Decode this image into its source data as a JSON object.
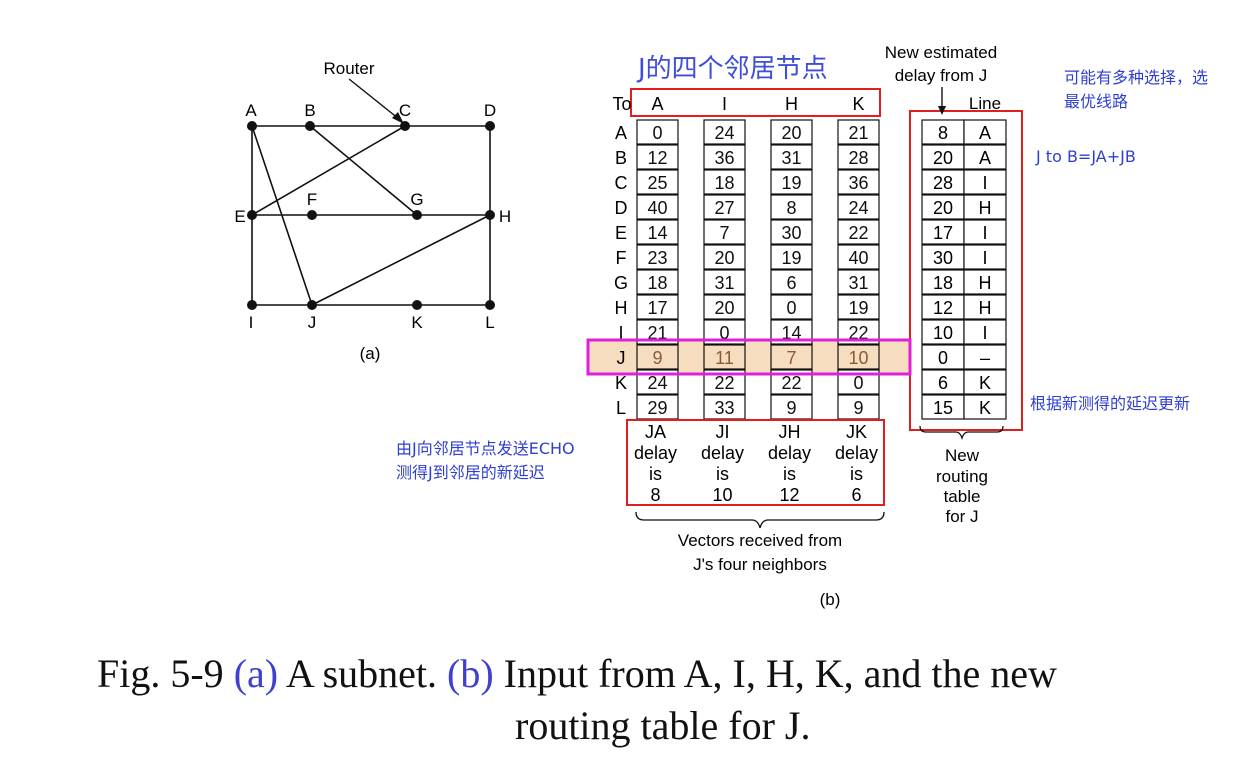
{
  "figure_a": {
    "router_label": "Router",
    "label": "(a)",
    "nodes": [
      "A",
      "B",
      "C",
      "D",
      "E",
      "F",
      "G",
      "H",
      "I",
      "J",
      "K",
      "L"
    ],
    "links": [
      [
        "A",
        "B"
      ],
      [
        "B",
        "C"
      ],
      [
        "C",
        "D"
      ],
      [
        "A",
        "E"
      ],
      [
        "E",
        "I"
      ],
      [
        "I",
        "J"
      ],
      [
        "J",
        "K"
      ],
      [
        "K",
        "L"
      ],
      [
        "L",
        "H"
      ],
      [
        "H",
        "D"
      ],
      [
        "E",
        "F"
      ],
      [
        "F",
        "G"
      ],
      [
        "G",
        "H"
      ],
      [
        "B",
        "G"
      ],
      [
        "E",
        "C"
      ],
      [
        "A",
        "J"
      ],
      [
        "J",
        "H"
      ]
    ]
  },
  "figure_b": {
    "title_cn": "J的四个邻居节点",
    "to_label": "To",
    "neighbors": [
      "A",
      "I",
      "H",
      "K"
    ],
    "destinations": [
      "A",
      "B",
      "C",
      "D",
      "E",
      "F",
      "G",
      "H",
      "I",
      "J",
      "K",
      "L"
    ],
    "vectors": {
      "A": [
        0,
        12,
        25,
        40,
        14,
        23,
        18,
        17,
        21,
        9,
        24,
        29
      ],
      "I": [
        24,
        36,
        18,
        27,
        7,
        20,
        31,
        20,
        0,
        11,
        22,
        33
      ],
      "H": [
        20,
        31,
        19,
        8,
        30,
        19,
        6,
        0,
        14,
        7,
        22,
        9
      ],
      "K": [
        21,
        28,
        36,
        24,
        22,
        40,
        31,
        19,
        22,
        10,
        0,
        9
      ]
    },
    "delay_texts": [
      [
        "JA",
        "delay",
        "is",
        "8"
      ],
      [
        "JI",
        "delay",
        "is",
        "10"
      ],
      [
        "JH",
        "delay",
        "is",
        "12"
      ],
      [
        "JK",
        "delay",
        "is",
        "6"
      ]
    ],
    "new_estimated_label": [
      "New estimated",
      "delay from J"
    ],
    "line_label": "Line",
    "new_table": {
      "delays": [
        "8",
        "20",
        "28",
        "20",
        "17",
        "30",
        "18",
        "12",
        "10",
        "0",
        "6",
        "15"
      ],
      "lines": [
        "A",
        "A",
        "I",
        "H",
        "I",
        "I",
        "H",
        "H",
        "I",
        "–",
        "K",
        "K"
      ]
    },
    "vectors_caption": [
      "Vectors received from",
      "J's four neighbors"
    ],
    "routing_caption": [
      "New",
      "routing",
      "table",
      "for J"
    ],
    "label": "(b)"
  },
  "annotations": {
    "choice_note": [
      "可能有多种选择，选",
      "最优线路"
    ],
    "j_to_b": "J to B=JA+JB",
    "update_note": "根据新测得的延迟更新",
    "echo_note": [
      "由J向邻居节点发送ECHO",
      "测得J到邻居的新延迟"
    ]
  },
  "caption": {
    "prefix": "Fig. 5-9 ",
    "a_mark": "(a)",
    "a_text": " A subnet. ",
    "b_mark": "(b)",
    "b_text": " Input from A, I, H, K, and the new",
    "line2": "routing table for J."
  },
  "colors": {
    "red_box": "#e02020",
    "magenta_box": "#e020d8",
    "highlight_fill": "#f5d9b8",
    "annotation_blue": "#2f3fd0"
  }
}
